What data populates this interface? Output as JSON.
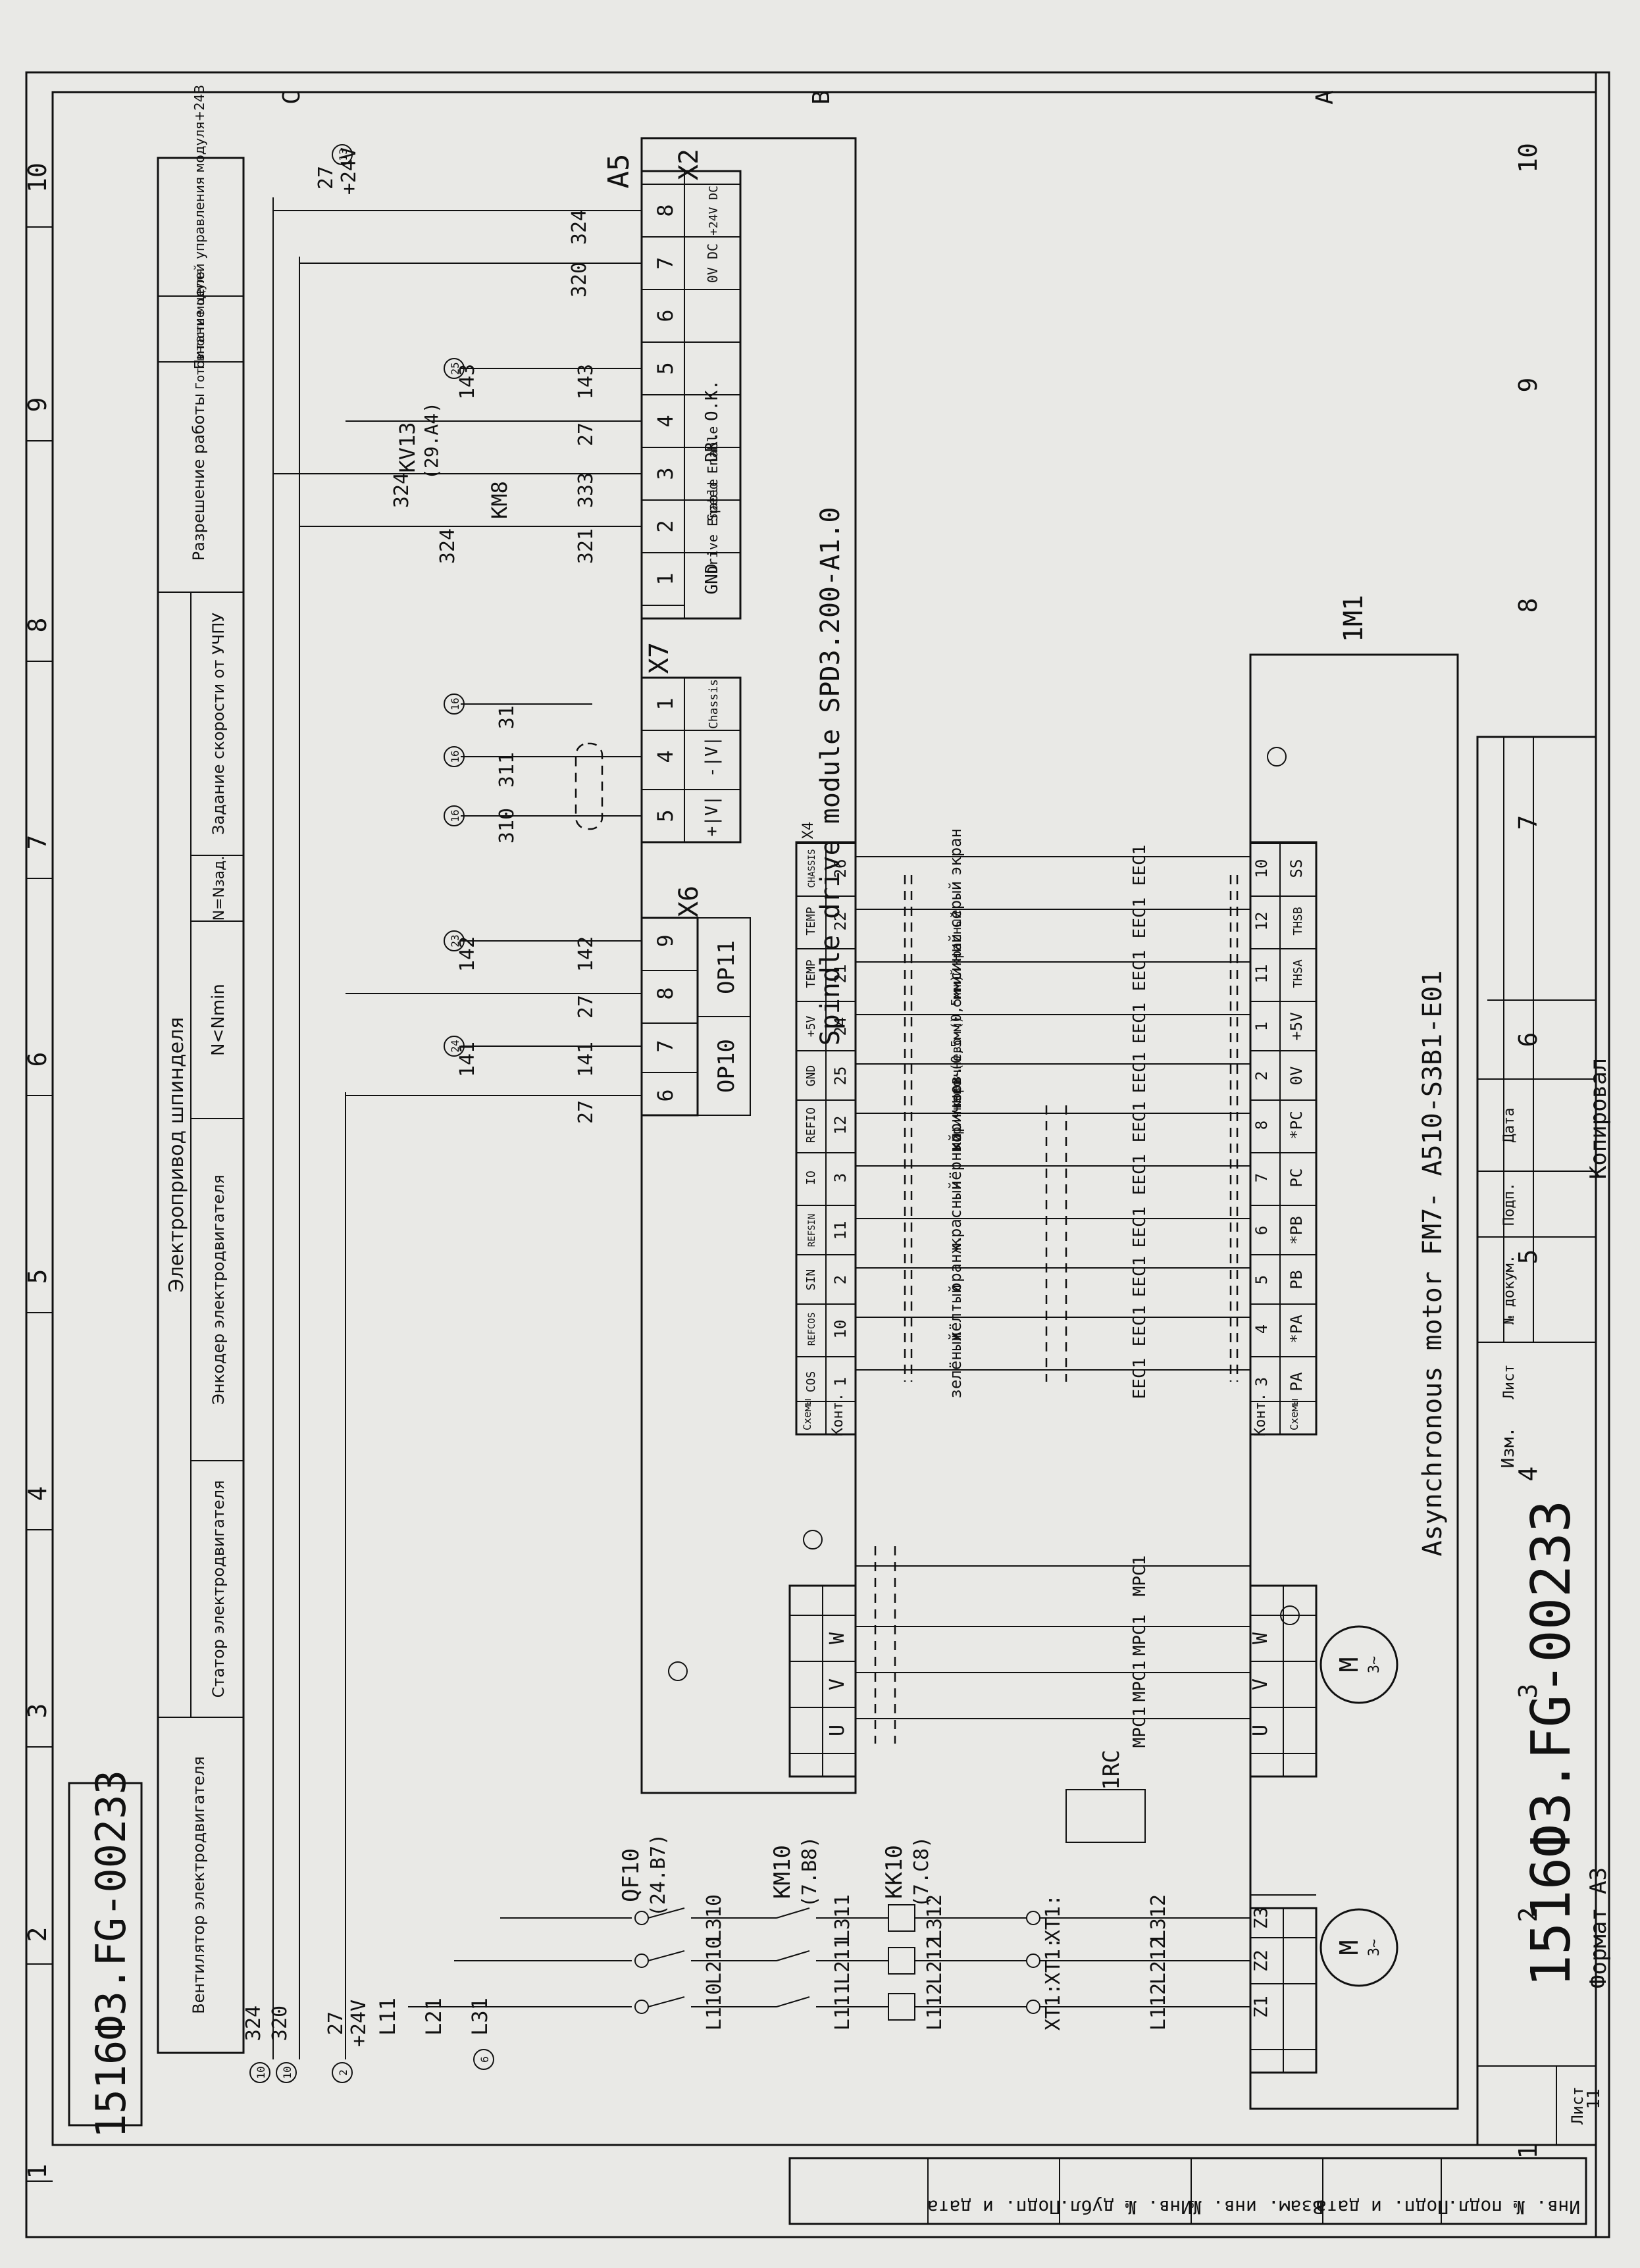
{
  "drawing_number": "1516Ф3.FG-00233",
  "format": "Формат А3",
  "copied": "Копировал",
  "sheet_label": "Лист",
  "sheet_number": "11",
  "stamp_columns": [
    "Изм.",
    "Лист",
    "№ докум.",
    "Подп.",
    "Дата"
  ],
  "side_stamp": [
    "Инв. № подл.",
    "Подп. и дата",
    "Взам. инв. №",
    "Инв. № дубл.",
    "Подп. и дата"
  ],
  "grid_columns": [
    "1",
    "2",
    "3",
    "4",
    "5",
    "6",
    "7",
    "8",
    "9",
    "10"
  ],
  "grid_rows": [
    "C",
    "B",
    "A"
  ],
  "header": {
    "group_title": "Электропривод шпинделя",
    "cells": [
      "Вентилятор электродвигателя",
      "Статор электродвигателя",
      "Энкодер электродвигателя",
      "N<Nmin",
      "N=Nзад.",
      "Задание скорости от УЧПУ",
      "Разрешение работы",
      "Готовность модуля",
      "Питание цепей управления модуля+24В"
    ]
  },
  "modules": {
    "a5": {
      "name": "A5",
      "title": "Spindle drive module SPD3.200-A1.0",
      "x2_name": "X2",
      "x2_pins": [
        "1",
        "2",
        "3",
        "4",
        "5",
        "6",
        "7",
        "8"
      ],
      "x2_functions": [
        "GND",
        "Drive Enable",
        "Speed Enable",
        "DR. O.K.",
        "",
        "0V DC",
        "+24V DC"
      ],
      "x7_name": "X7",
      "x7_pins": [
        "5",
        "4",
        "1"
      ],
      "x7_functions": [
        "+|V|",
        "-|V|",
        "Chassis"
      ],
      "x6_name": "X6",
      "x6_pins": [
        "6",
        "7",
        "8",
        "9"
      ],
      "x6_relays": [
        "OP10",
        "OP11"
      ],
      "x4_name": "X4",
      "x4_head": [
        "Схемы",
        "Конт."
      ],
      "x4_signals": [
        "COS",
        "REFCOS",
        "SIN",
        "REFSIN",
        "IO",
        "REFIO",
        "GND",
        "+5V",
        "TEMP",
        "TEMP",
        "CHASSIS"
      ],
      "x4_pins": [
        "1",
        "10",
        "2",
        "11",
        "3",
        "12",
        "25",
        "24",
        "21",
        "22",
        "26"
      ],
      "power_pins": [
        "U",
        "V",
        "W"
      ]
    },
    "m1": {
      "name": "1M1",
      "title": "Asynchronous motor FM7- A510-S3B1-E01",
      "enc_head": [
        "Конт.",
        "Схемы"
      ],
      "enc_pins": [
        "3",
        "4",
        "5",
        "6",
        "7",
        "8",
        "2",
        "1",
        "11",
        "12",
        "10"
      ],
      "enc_signals": [
        "PA",
        "*PA",
        "PB",
        "*PB",
        "PC",
        "*PC",
        "0V",
        "+5V",
        "THSA",
        "THSB",
        "SS"
      ],
      "power_pins": [
        "U",
        "V",
        "W"
      ],
      "fan_pins": [
        "Z1",
        "Z2",
        "Z3"
      ],
      "motor_symbol": "M",
      "motor_phase": "3~"
    }
  },
  "components": {
    "qf10": "QF10",
    "qf10_ref": "(24.B7)",
    "km10": "KM10",
    "km10_ref": "(7.B8)",
    "kk10": "KK10",
    "kk10_ref": "(7.C8)",
    "rc": "1RC",
    "km8": "KM8",
    "kv13": "KV13",
    "kv13_ref": "(29.A4)",
    "xt": "XT1:"
  },
  "wires": {
    "mains": [
      "L11",
      "L21",
      "L31"
    ],
    "after_qf": [
      "L110",
      "L210",
      "L310"
    ],
    "after_km": [
      "L111",
      "L211",
      "L311"
    ],
    "after_kk": [
      "L112",
      "L212",
      "L312"
    ],
    "fan_in": [
      "L112",
      "L212",
      "L312"
    ],
    "cable_power": "МРС1",
    "cable_enc": "ЕЕС1",
    "colors": [
      "зелёный",
      "жёлтый",
      "оранж.",
      "красный",
      "чёрный",
      "коричнев.",
      "коричнево-(0,5мм) синий",
      "коричнево-(0,5мм) красный",
      "синий",
      "серый",
      "экран"
    ],
    "enable": [
      "324",
      "321",
      "324",
      "333"
    ],
    "ready": [
      "27",
      "143",
      "143"
    ],
    "supply": [
      "320",
      "324"
    ],
    "speed": [
      "310",
      "311",
      "31"
    ],
    "x6": [
      "27",
      "141",
      "141",
      "27",
      "142",
      "142"
    ],
    "bus_324": "324",
    "bus_320": "320",
    "bus_27": "27",
    "plus24": "+24V",
    "refs": [
      "10",
      "10",
      "2",
      "6",
      "16",
      "16",
      "16",
      "24",
      "23",
      "25",
      "13"
    ]
  }
}
